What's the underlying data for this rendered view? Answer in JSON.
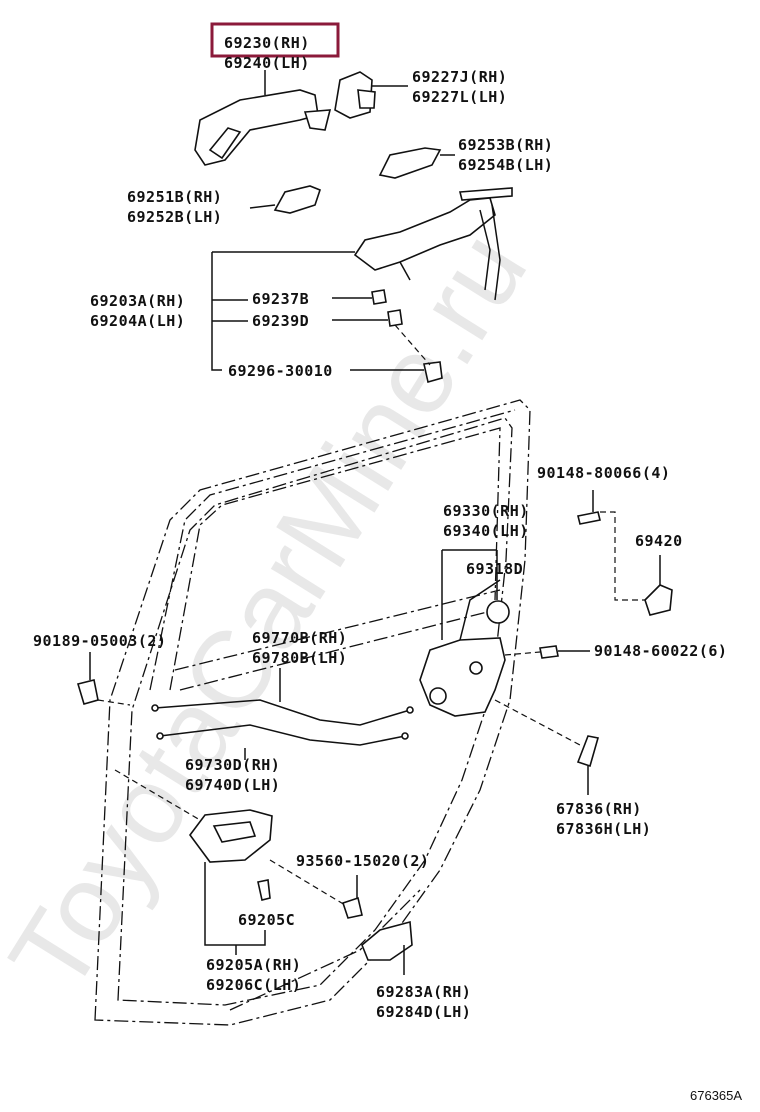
{
  "watermark": "ToyotaCarMine.ru",
  "diagram_id": "676365A",
  "highlight_color": "#8b1a3a",
  "parts": {
    "p69230": "69230(RH)",
    "p69240": "69240(LH)",
    "p69227J": "69227J(RH)",
    "p69227L": "69227L(LH)",
    "p69253B": "69253B(RH)",
    "p69254B": "69254B(LH)",
    "p69251B": "69251B(RH)",
    "p69252B": "69252B(LH)",
    "p69203A": "69203A(RH)",
    "p69204A": "69204A(LH)",
    "p69237B": "69237B",
    "p69239D": "69239D",
    "p69296": "69296-30010",
    "p90148_80066": "90148-80066(4)",
    "p69330": "69330(RH)",
    "p69340": "69340(LH)",
    "p69420": "69420",
    "p69318D": "69318D",
    "p90189": "90189-05003(2)",
    "p69770B": "69770B(RH)",
    "p69780B": "69780B(LH)",
    "p90148_60022": "90148-60022(6)",
    "p69730D": "69730D(RH)",
    "p69740D": "69740D(LH)",
    "p67836": "67836(RH)",
    "p67836H": "67836H(LH)",
    "p93560": "93560-15020(2)",
    "p69205C": "69205C",
    "p69205A": "69205A(RH)",
    "p69206C": "69206C(LH)",
    "p69283A": "69283A(RH)",
    "p69284D": "69284D(LH)"
  }
}
